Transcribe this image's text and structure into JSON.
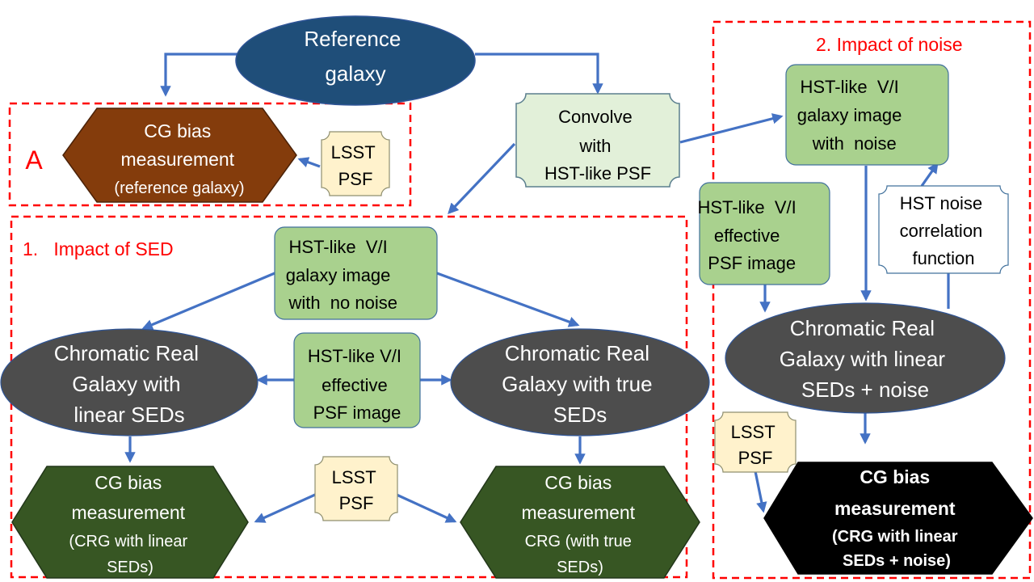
{
  "colors": {
    "arrow": "#4472c4",
    "region_border": "#ff0000",
    "reference_ellipse": "#1f4e79",
    "reference_bias_hex": "#843c0c",
    "sed_bias_hex": "#375623",
    "noise_bias_hex": "#000000",
    "chromatic_ellipse": "#4d4d4d",
    "psf_note": "#fff2cc",
    "green_box": "#a9d18e",
    "convolve_box": "#e2f0d9"
  },
  "regions": {
    "a_label": "A",
    "sed_label": "1.   Impact of SED",
    "noise_label": "2. Impact of noise"
  },
  "nodes": {
    "reference_galaxy": [
      "Reference",
      "galaxy"
    ],
    "convolve": [
      "Convolve",
      "with",
      "HST-like PSF"
    ],
    "bias_reference": {
      "main": [
        "CG bias",
        "measurement"
      ],
      "sub": [
        "(reference galaxy)"
      ]
    },
    "lsst_psf_a": [
      "LSST",
      "PSF"
    ],
    "galaxy_image_no_noise": [
      "HST-like  V/I",
      "galaxy image",
      "with  no noise"
    ],
    "effective_psf_sed": [
      "HST-like V/I",
      "effective",
      "PSF image"
    ],
    "chromatic_linear": [
      "Chromatic Real",
      "Galaxy with",
      "linear SEDs"
    ],
    "chromatic_true": [
      "Chromatic Real",
      "Galaxy with true",
      "SEDs"
    ],
    "lsst_psf_sed": [
      "LSST",
      "PSF"
    ],
    "bias_linear": {
      "main": [
        "CG bias",
        "measurement"
      ],
      "sub": [
        "(CRG with linear",
        "SEDs)"
      ]
    },
    "bias_true": {
      "main": [
        "CG bias",
        "measurement"
      ],
      "sub": [
        "CRG (with true",
        "SEDs)"
      ]
    },
    "galaxy_image_noise": [
      "HST-like  V/I",
      "galaxy image",
      "with  noise"
    ],
    "effective_psf_noise": [
      "HST-like  V/I",
      "effective",
      "PSF image"
    ],
    "noise_correlation": [
      "HST noise",
      "correlation",
      "function"
    ],
    "chromatic_noise": [
      "Chromatic Real",
      "Galaxy with linear",
      "SEDs + noise"
    ],
    "lsst_psf_noise": [
      "LSST",
      "PSF"
    ],
    "bias_noise": {
      "main": [
        "CG bias",
        "measurement"
      ],
      "sub": [
        "(CRG with linear",
        "SEDs + noise)"
      ]
    }
  }
}
